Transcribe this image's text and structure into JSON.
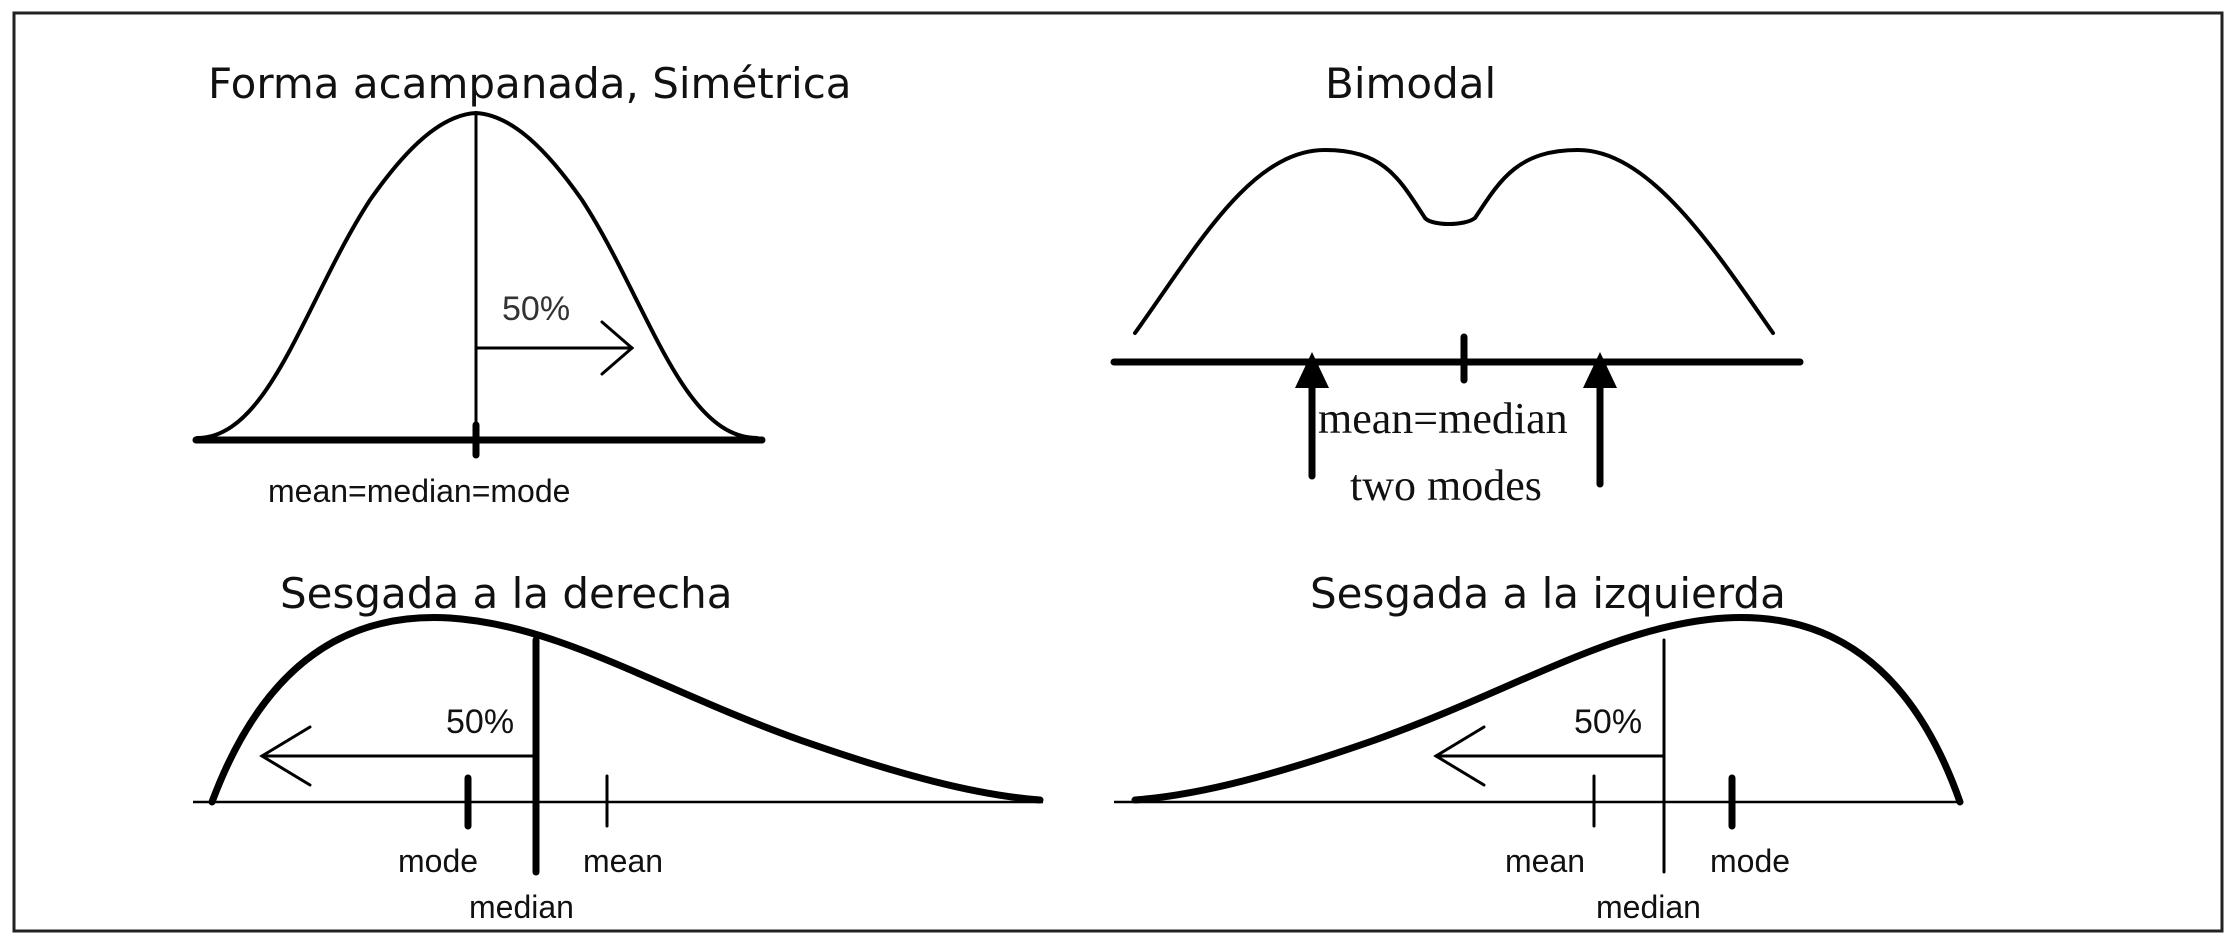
{
  "panels": {
    "symmetric": {
      "title": "Forma acampanada, Simétrica",
      "percent": "50%",
      "label": "mean=median=mode"
    },
    "bimodal": {
      "title": "Bimodal",
      "label_line1": "mean=median",
      "label_line2": "two modes"
    },
    "right_skew": {
      "title": "Sesgada a la derecha",
      "percent": "50%",
      "mode": "mode",
      "median": "median",
      "mean": "mean"
    },
    "left_skew": {
      "title": "Sesgada a la izquierda",
      "percent": "50%",
      "mean": "mean",
      "median": "median",
      "mode": "mode"
    }
  }
}
